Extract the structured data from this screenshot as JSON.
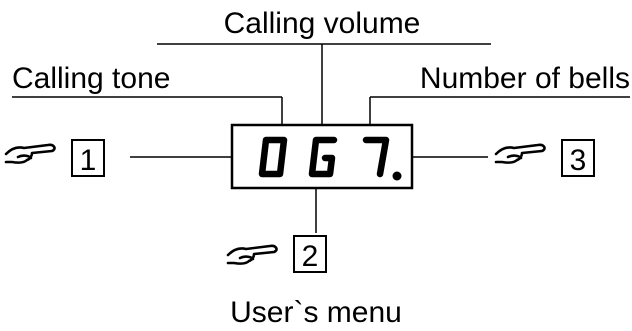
{
  "labels": {
    "calling_volume": "Calling volume",
    "calling_tone": "Calling tone",
    "number_of_bells": "Number of bells",
    "caption": "User`s menu"
  },
  "keys": {
    "key_1": "1",
    "key_2": "2",
    "key_3": "3"
  },
  "display": {
    "digits": [
      "0",
      "G",
      "7"
    ],
    "decimal_point": true
  },
  "icons": {
    "pointer": "pointing-hand-icon"
  }
}
